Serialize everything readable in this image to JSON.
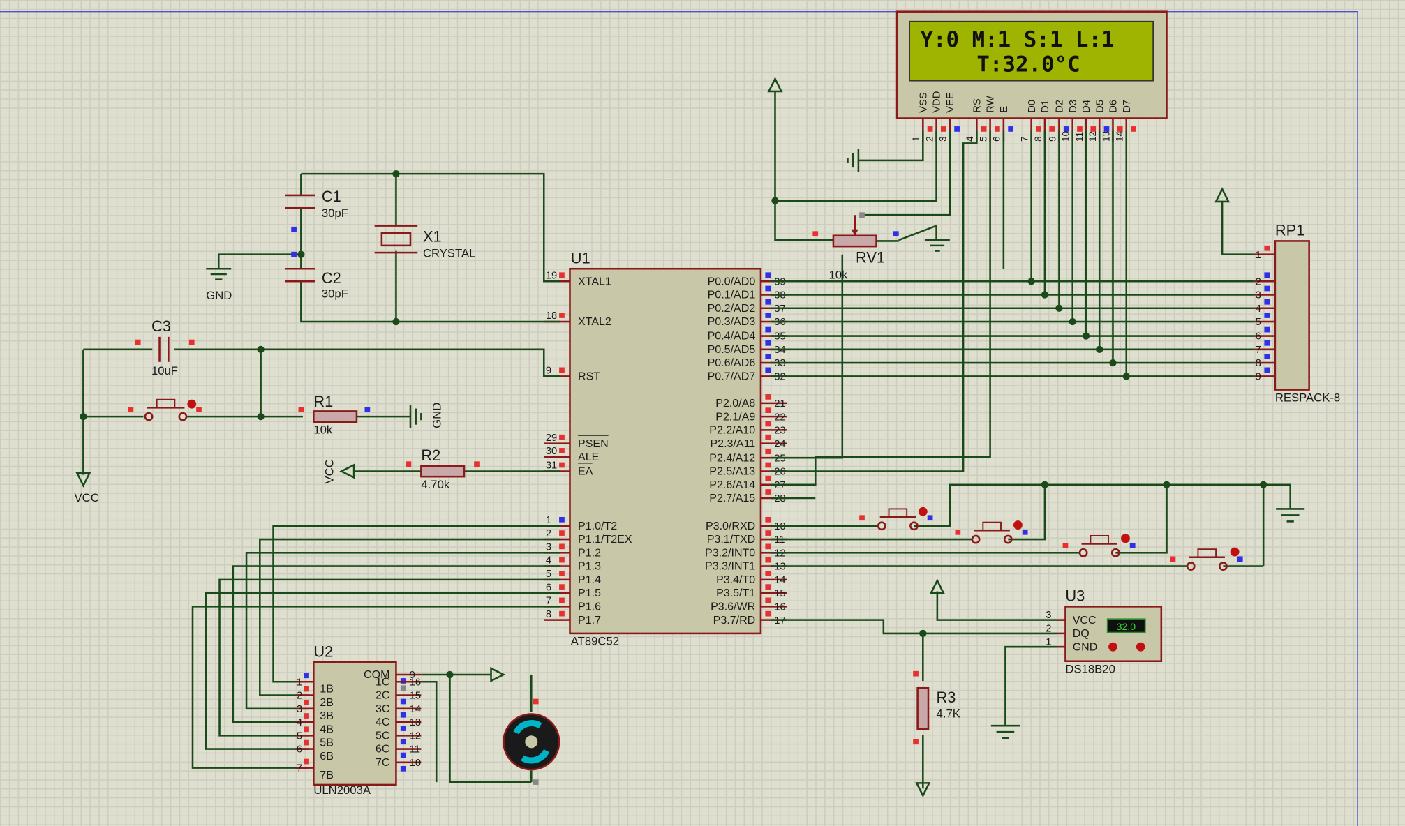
{
  "lcd": {
    "line1": "Y:0 M:1 S:1 L:1",
    "line2": "T:32.0°C",
    "pins": [
      "VSS",
      "VDD",
      "VEE",
      "RS",
      "RW",
      "E",
      "D0",
      "D1",
      "D2",
      "D3",
      "D4",
      "D5",
      "D6",
      "D7"
    ],
    "pin_numbers": [
      "1",
      "2",
      "3",
      "4",
      "5",
      "6",
      "7",
      "8",
      "9",
      "10",
      "11",
      "12",
      "13",
      "14"
    ]
  },
  "u1": {
    "ref": "U1",
    "part": "AT89C52",
    "left_pins": [
      {
        "num": "19",
        "name": "XTAL1"
      },
      {
        "num": "18",
        "name": "XTAL2"
      },
      {
        "num": "9",
        "name": "RST"
      },
      {
        "num": "29",
        "name": "PSEN"
      },
      {
        "num": "30",
        "name": "ALE"
      },
      {
        "num": "31",
        "name": "EA"
      },
      {
        "num": "1",
        "name": "P1.0/T2"
      },
      {
        "num": "2",
        "name": "P1.1/T2EX"
      },
      {
        "num": "3",
        "name": "P1.2"
      },
      {
        "num": "4",
        "name": "P1.3"
      },
      {
        "num": "5",
        "name": "P1.4"
      },
      {
        "num": "6",
        "name": "P1.5"
      },
      {
        "num": "7",
        "name": "P1.6"
      },
      {
        "num": "8",
        "name": "P1.7"
      }
    ],
    "right_pins": [
      {
        "num": "39",
        "name": "P0.0/AD0"
      },
      {
        "num": "38",
        "name": "P0.1/AD1"
      },
      {
        "num": "37",
        "name": "P0.2/AD2"
      },
      {
        "num": "36",
        "name": "P0.3/AD3"
      },
      {
        "num": "35",
        "name": "P0.4/AD4"
      },
      {
        "num": "34",
        "name": "P0.5/AD5"
      },
      {
        "num": "33",
        "name": "P0.6/AD6"
      },
      {
        "num": "32",
        "name": "P0.7/AD7"
      },
      {
        "num": "21",
        "name": "P2.0/A8"
      },
      {
        "num": "22",
        "name": "P2.1/A9"
      },
      {
        "num": "23",
        "name": "P2.2/A10"
      },
      {
        "num": "24",
        "name": "P2.3/A11"
      },
      {
        "num": "25",
        "name": "P2.4/A12"
      },
      {
        "num": "26",
        "name": "P2.5/A13"
      },
      {
        "num": "27",
        "name": "P2.6/A14"
      },
      {
        "num": "28",
        "name": "P2.7/A15"
      },
      {
        "num": "10",
        "name": "P3.0/RXD"
      },
      {
        "num": "11",
        "name": "P3.1/TXD"
      },
      {
        "num": "12",
        "name": "P3.2/INT0"
      },
      {
        "num": "13",
        "name": "P3.3/INT1"
      },
      {
        "num": "14",
        "name": "P3.4/T0"
      },
      {
        "num": "15",
        "name": "P3.5/T1"
      },
      {
        "num": "16",
        "name": "P3.6/WR"
      },
      {
        "num": "17",
        "name": "P3.7/RD"
      }
    ]
  },
  "c1": {
    "ref": "C1",
    "value": "30pF"
  },
  "c2": {
    "ref": "C2",
    "value": "30pF"
  },
  "c3": {
    "ref": "C3",
    "value": "10uF"
  },
  "x1": {
    "ref": "X1",
    "value": "CRYSTAL"
  },
  "r1": {
    "ref": "R1",
    "value": "10k"
  },
  "r2": {
    "ref": "R2",
    "value": "4.70k"
  },
  "r3": {
    "ref": "R3",
    "value": "4.7K"
  },
  "rv1": {
    "ref": "RV1",
    "value": "10k"
  },
  "rp1": {
    "ref": "RP1",
    "value": "RESPACK-8",
    "pins": [
      "1",
      "2",
      "3",
      "4",
      "5",
      "6",
      "7",
      "8",
      "9"
    ]
  },
  "u2": {
    "ref": "U2",
    "part": "ULN2003A",
    "inputs": [
      "1B",
      "2B",
      "3B",
      "4B",
      "5B",
      "6B",
      "7B"
    ],
    "input_nums": [
      "1",
      "2",
      "3",
      "4",
      "5",
      "6",
      "7"
    ],
    "outputs": [
      "COM",
      "1C",
      "2C",
      "3C",
      "4C",
      "5C",
      "6C",
      "7C"
    ],
    "output_nums": [
      "9",
      "16",
      "15",
      "14",
      "13",
      "12",
      "11",
      "10"
    ]
  },
  "u3": {
    "ref": "U3",
    "part": "DS18B20",
    "display": "32.0",
    "pins": [
      {
        "num": "3",
        "name": "VCC"
      },
      {
        "num": "2",
        "name": "DQ"
      },
      {
        "num": "1",
        "name": "GND"
      }
    ]
  },
  "labels": {
    "gnd1": "GND",
    "gnd2": "GND",
    "vcc1": "VCC",
    "vcc2": "VCC"
  },
  "colors": {
    "wire": "#1a4a1a",
    "component": "#8a1a1a",
    "chip_body": "#c8c8a8",
    "lcd_screen": "#9fb400",
    "pin_red": "#e83030",
    "pin_blue": "#3030e8"
  }
}
